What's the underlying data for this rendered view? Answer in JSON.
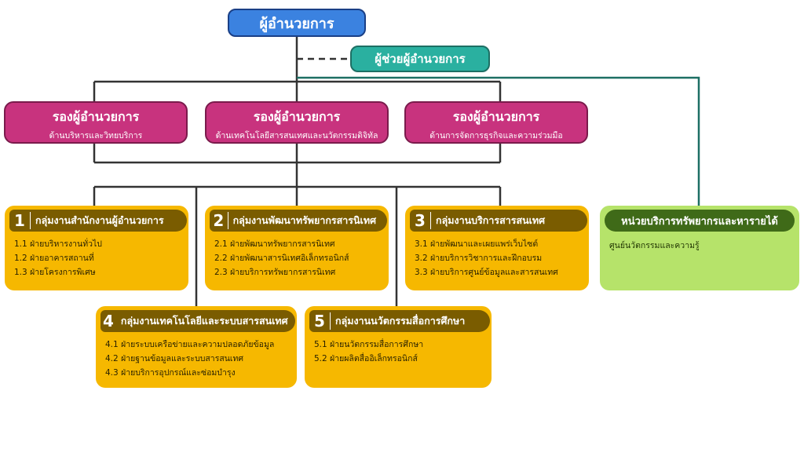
{
  "director": "ผู้อำนวยการ",
  "assistant": "ผู้ช่วยผู้อำนวยการ",
  "deputies": [
    {
      "title": "รองผู้อำนวยการ",
      "sub": "ด้านบริหารและวิทยบริการ"
    },
    {
      "title": "รองผู้อำนวยการ",
      "sub": "ด้านเทคโนโลยีสารสนเทศและนวัตกรรมดิจิทัล"
    },
    {
      "title": "รองผู้อำนวยการ",
      "sub": "ด้านการจัดการธุรกิจและความร่วมมือ"
    }
  ],
  "groups": [
    {
      "num": "1",
      "name": "กลุ่มงานสำนักงานผู้อำนวยการ",
      "items": [
        "1.1  ฝ่ายบริหารงานทั่วไป",
        "1.2  ฝ่ายอาคารสถานที่",
        "1.3  ฝ่ายโครงการพิเศษ"
      ]
    },
    {
      "num": "2",
      "name": "กลุ่มงานพัฒนาทรัพยากรสารนิเทศ",
      "items": [
        "2.1  ฝ่ายพัฒนาทรัพยากรสารนิเทศ",
        "2.2  ฝ่ายพัฒนาสารนิเทศอิเล็กทรอนิกส์",
        "2.3  ฝ่ายบริการทรัพยากรสารนิเทศ"
      ]
    },
    {
      "num": "3",
      "name": "กลุ่มงานบริการสารสนเทศ",
      "items": [
        "3.1  ฝ่ายพัฒนาและเผยแพร่เว็บไซต์",
        "3.2  ฝ่ายบริการวิชาการและฝึกอบรม",
        "3.3  ฝ่ายบริการศูนย์ข้อมูลและสารสนเทศ"
      ]
    },
    {
      "num": "4",
      "name": "กลุ่มงานเทคโนโลยีและระบบสารสนเทศ",
      "items": [
        "4.1  ฝ่ายระบบเครือข่ายและความปลอดภัยข้อมูล",
        "4.2  ฝ่ายฐานข้อมูลและระบบสารสนเทศ",
        "4.3  ฝ่ายบริการอุปกรณ์และซ่อมบำรุง"
      ]
    },
    {
      "num": "5",
      "name": "กลุ่มงานนวัตกรรมสื่อการศึกษา",
      "items": [
        "5.1  ฝ่ายนวัตกรรมสื่อการศึกษา",
        "5.2  ฝ่ายผลิตสื่ออิเล็กทรอนิกส์"
      ]
    }
  ],
  "revenue": {
    "name": "หน่วยบริการทรัพยากรและหารายได้",
    "item": "ศูนย์นวัตกรรมและความรู้"
  },
  "colors": {
    "director": "#3b82e0",
    "assistant": "#2ab0a0",
    "deputy": "#c8337e",
    "group": "#f6b800",
    "group_header": "#7a5c00",
    "revenue": "#b6e36a",
    "revenue_header": "#3f6a18",
    "teal_line": "#1d6f64"
  }
}
